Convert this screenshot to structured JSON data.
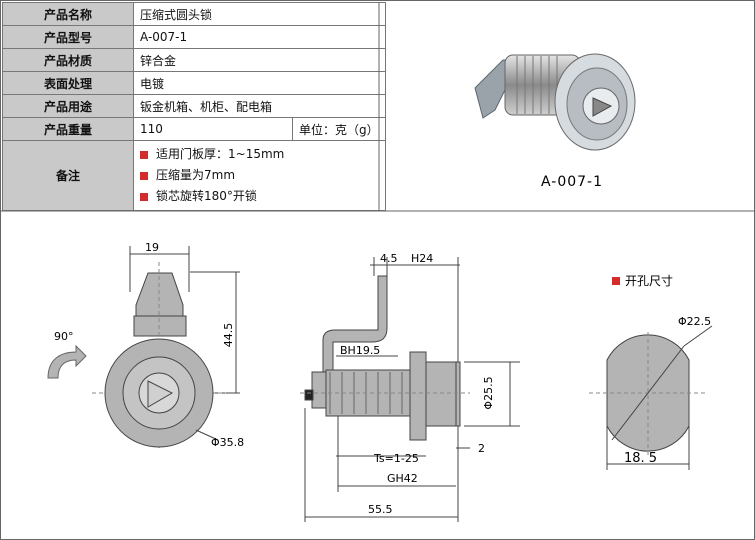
{
  "spec_rows": [
    {
      "label": "产品名称",
      "value": "压缩式圆头锁"
    },
    {
      "label": "产品型号",
      "value": "A-007-1"
    },
    {
      "label": "产品材质",
      "value": "锌合金"
    },
    {
      "label": "表面处理",
      "value": "电镀"
    },
    {
      "label": "产品用途",
      "value": "钣金机箱、机柜、配电箱"
    }
  ],
  "weight": {
    "label": "产品重量",
    "value": "110",
    "unit": "单位：克（g）"
  },
  "notes": {
    "label": "备注",
    "items": [
      "适用门板厚：1~15mm",
      "压缩量为7mm",
      "锁芯旋转180°开锁"
    ]
  },
  "photo_caption": "A-007-1",
  "hole_title": "开孔尺寸",
  "dims": {
    "front_width": "19",
    "front_height": "44.5",
    "front_dia": "Φ35.8",
    "rotation": "90°",
    "side_4_5": "4.5",
    "side_h24": "H24",
    "side_bh": "BH19.5",
    "side_dia": "Φ25.5",
    "side_ts": "Ts=1-25",
    "side_2": "2",
    "side_gh": "GH42",
    "side_total": "55.5",
    "hole_dia": "Φ22.5",
    "hole_flat": "18. 5"
  },
  "colors": {
    "accent_red": "#d42b2b",
    "header_gray": "#c9c9c9",
    "part_gray": "#b4b4b4"
  }
}
